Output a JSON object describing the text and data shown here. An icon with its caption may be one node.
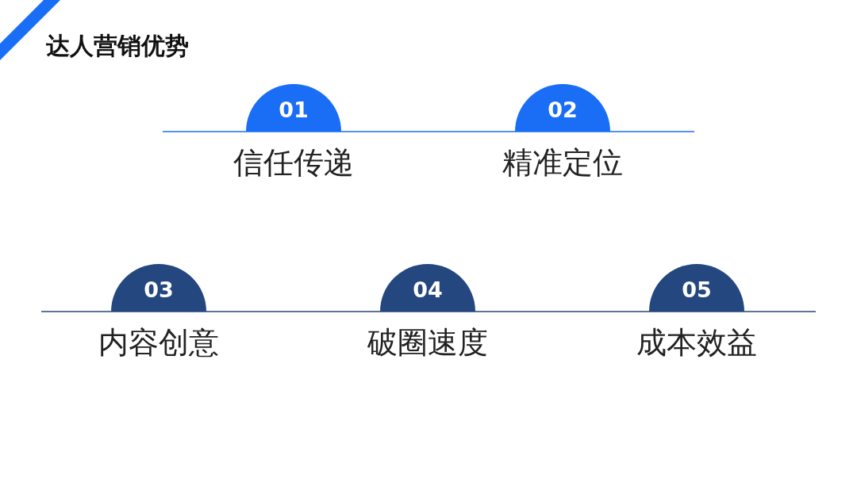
{
  "diagram": {
    "title": "达人营销优势",
    "nodes": [
      {
        "text": [
          "01"
        ],
        "beside": [
          "信任传递"
        ]
      },
      {
        "text": [
          "02"
        ],
        "beside": [
          "精准定位"
        ]
      },
      {
        "text": [
          "03"
        ],
        "beside": [
          "内容创意"
        ]
      },
      {
        "text": [
          "04"
        ],
        "beside": [
          "破圈速度"
        ]
      },
      {
        "text": [
          "05"
        ],
        "beside": [
          "成本效益"
        ]
      }
    ]
  }
}
